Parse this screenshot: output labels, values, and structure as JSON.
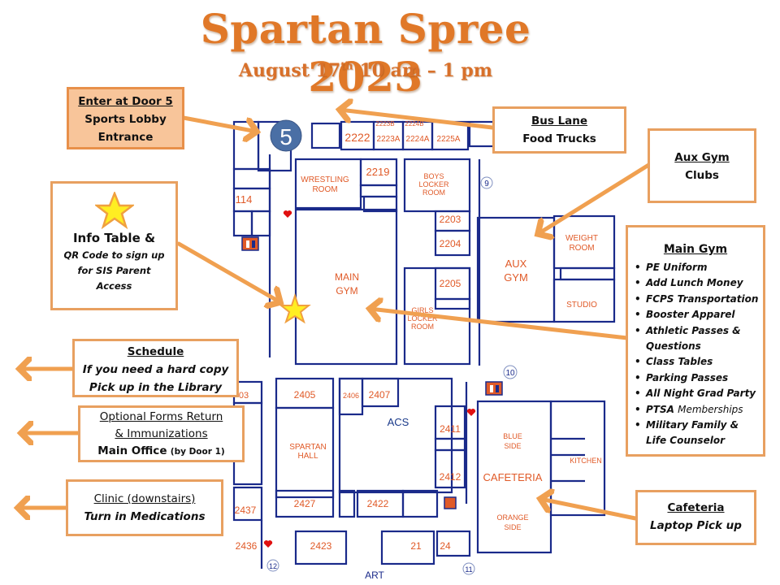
{
  "header": {
    "title": "Spartan Spree 2023",
    "date_prefix": "August 17",
    "date_suffix": "th",
    "time": "10 am – 1 pm"
  },
  "colors": {
    "title_orange": "#e07828",
    "callout_border": "#e8a060",
    "callout_fill_highlight": "#f8c59a",
    "arrow_orange": "#f0a050",
    "map_wall_blue": "#1a2a8a",
    "map_label_red": "#e05a28",
    "door_badge_blue": "#4a6fa5",
    "star_yellow": "#ffee22",
    "aed_heart_red": "#e01010"
  },
  "callouts": {
    "door5": {
      "heading": "Enter at Door 5",
      "line1": "Sports Lobby",
      "line2": "Entrance"
    },
    "info_table": {
      "heading": "Info Table &",
      "line1": "QR Code to sign up",
      "line2": "for SIS Parent",
      "line3": "Access",
      "icon": "star-icon"
    },
    "schedule": {
      "heading": "Schedule",
      "line1": "If you need a hard copy",
      "line2": "Pick up in the Library"
    },
    "forms": {
      "heading1": "Optional Forms Return",
      "heading2": "& Immunizations",
      "line1": "Main Office",
      "line1_small": "(by Door 1)"
    },
    "clinic": {
      "heading": "Clinic (downstairs)",
      "line1": "Turn in Medications"
    },
    "bus_lane": {
      "heading": "Bus Lane",
      "line1": "Food Trucks"
    },
    "aux_gym": {
      "heading": "Aux Gym",
      "line1": "Clubs"
    },
    "main_gym": {
      "heading": "Main Gym",
      "items": [
        "PE Uniform",
        "Add Lunch Money",
        "FCPS Transportation",
        "Booster Apparel",
        "Athletic Passes &",
        "Questions",
        "Class Tables",
        "Parking Passes",
        "All Night Grad Party",
        "PTSA",
        "Military Family &",
        "Life Counselor"
      ],
      "ptsa_suffix": "Memberships"
    },
    "cafeteria": {
      "heading": "Cafeteria",
      "line1": "Laptop Pick up"
    }
  },
  "map": {
    "door_badge": "5",
    "door_numbers": [
      "9",
      "10",
      "11",
      "12"
    ],
    "rooms": {
      "wrestling": [
        "WRESTLING",
        "ROOM"
      ],
      "main_gym": [
        "MAIN",
        "GYM"
      ],
      "aux_gym": [
        "AUX",
        "GYM"
      ],
      "weight_room": [
        "WEIGHT",
        "ROOM"
      ],
      "studio": "STUDIO",
      "boys_locker": [
        "BOYS",
        "LOCKER",
        "ROOM"
      ],
      "girls_locker": [
        "GIRLS",
        "LOCKER",
        "ROOM"
      ],
      "spartan_hall": [
        "SPARTAN",
        "HALL"
      ],
      "acs": "ACS",
      "blue_side": [
        "BLUE",
        "SIDE"
      ],
      "cafeteria": "CAFETERIA",
      "orange_side": [
        "ORANGE",
        "SIDE"
      ],
      "kitchen": "KITCHEN",
      "art": "ART"
    },
    "room_numbers": {
      "r2222": "2222",
      "r2223a": "2223A",
      "r2224a": "2224A",
      "r2225a": "2225A",
      "r2223b": "2223B",
      "r2224b": "2224B",
      "r2219": "2219",
      "r2203": "2203",
      "r2204": "2204",
      "r2205": "2205",
      "r114": "114",
      "r2405": "2405",
      "r2406": "2406",
      "r2407": "2407",
      "r2411": "2411",
      "r2412": "2412",
      "r2427": "2427",
      "r2422": "2422",
      "r2423": "2423",
      "r2421": "21",
      "r24": "24",
      "r2437": "2437",
      "r2436": "2436",
      "r03": "03"
    }
  }
}
